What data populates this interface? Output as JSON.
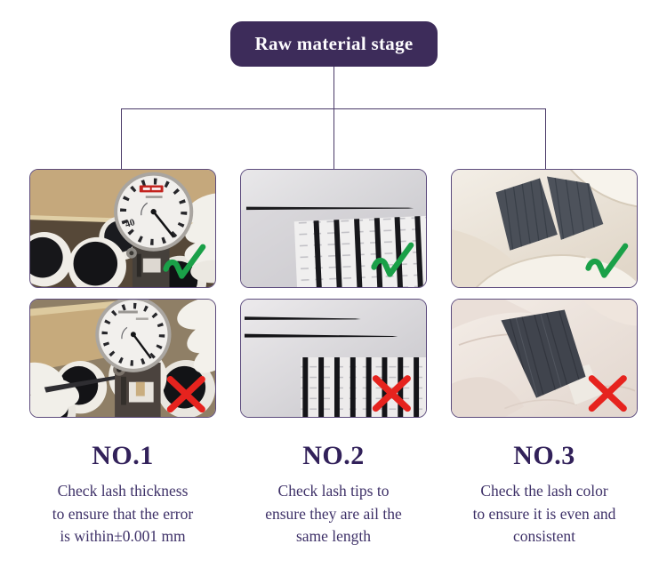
{
  "header": {
    "label": "Raw material stage"
  },
  "columns": [
    {
      "heading": "NO.1",
      "lines": [
        "Check lash thickness",
        "to ensure that the error",
        "is within±0.001 mm"
      ]
    },
    {
      "heading": "NO.2",
      "lines": [
        "Check lash tips to",
        "ensure they are ail the",
        "same length"
      ]
    },
    {
      "heading": "NO.3",
      "lines": [
        "Check the lash color",
        "to ensure it is even and",
        "consistent"
      ]
    }
  ],
  "photos": {
    "gauge_dial_number": "40"
  },
  "icons": {
    "pass": "check-icon",
    "fail": "x-icon"
  },
  "colors": {
    "header_bg": "#3d2c5a",
    "header_text": "#ffffff",
    "connector_line": "#4a3a68",
    "photo_border": "#5c4b7d",
    "heading_text": "#32215a",
    "body_text": "#3e3168",
    "pass_green": "#1aa048",
    "fail_red": "#e6231e"
  }
}
